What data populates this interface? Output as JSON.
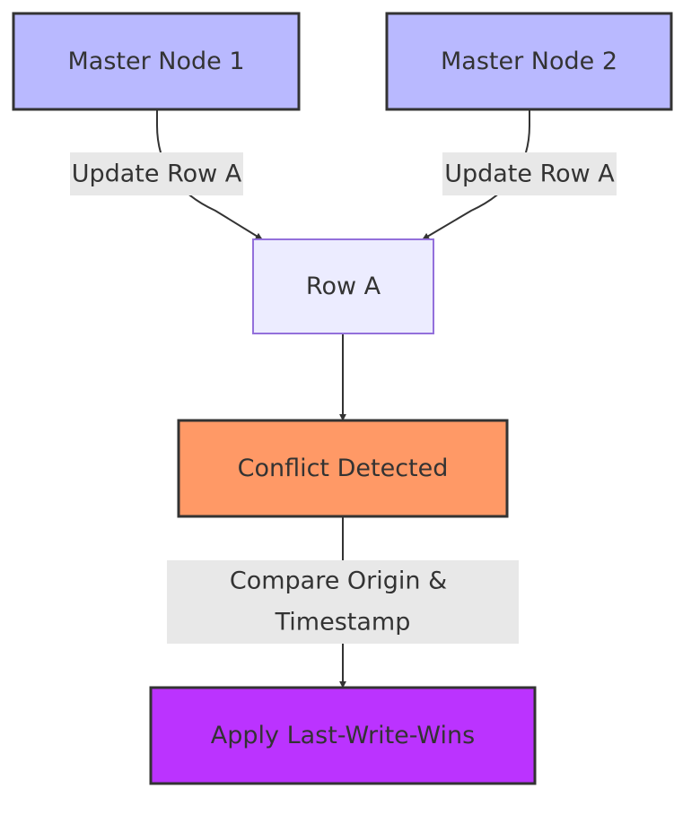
{
  "nodes": {
    "master1": {
      "label": "Master Node 1",
      "fill": "#b9b9ff",
      "stroke": "#333333"
    },
    "master2": {
      "label": "Master Node 2",
      "fill": "#b9b9ff",
      "stroke": "#333333"
    },
    "rowA": {
      "label": "Row A",
      "fill": "#ececff",
      "stroke": "#9370db"
    },
    "conflict": {
      "label": "Conflict Detected",
      "fill": "#ff9966",
      "stroke": "#333333"
    },
    "lww": {
      "label": "Apply Last-Write-Wins",
      "fill": "#bb33ff",
      "stroke": "#333333"
    }
  },
  "edges": {
    "m1_to_row": {
      "label": "Update Row A"
    },
    "m2_to_row": {
      "label": "Update Row A"
    },
    "row_to_conflict": {
      "label": ""
    },
    "conflict_to_lww": {
      "label_line1": "Compare Origin &",
      "label_line2": "Timestamp"
    }
  }
}
